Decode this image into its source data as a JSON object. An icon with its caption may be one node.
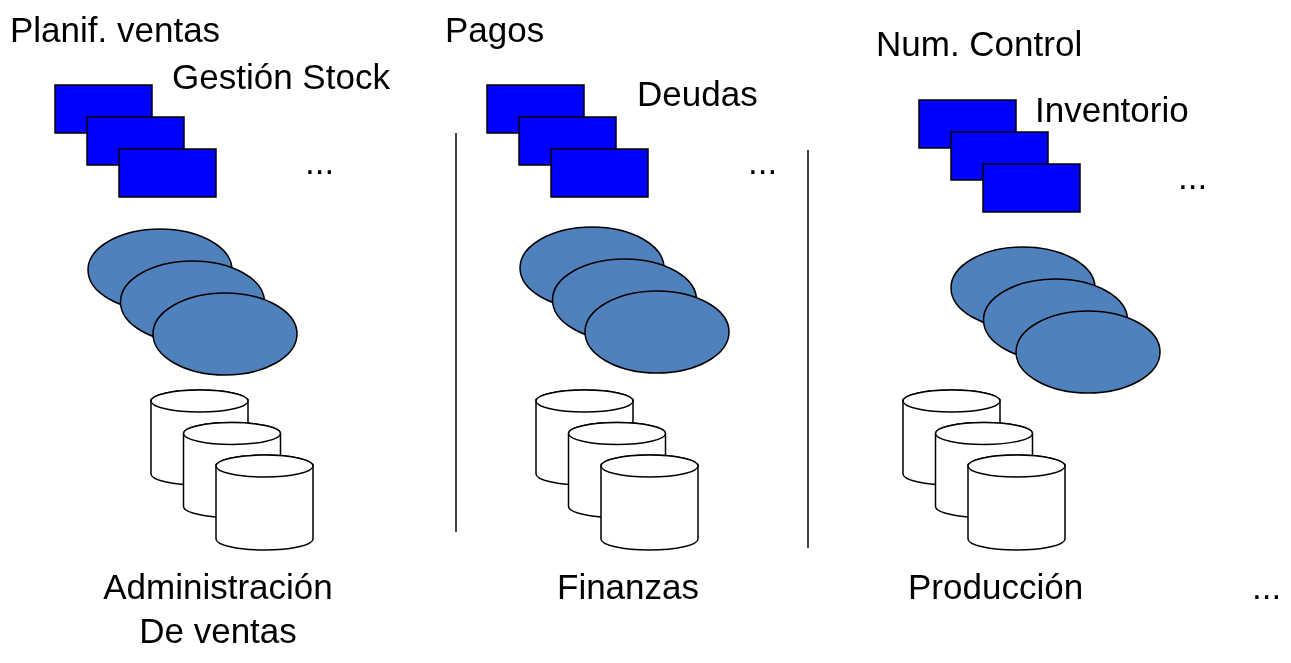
{
  "diagram": {
    "labels": [
      "Planif. ventas",
      "Gestión Stock",
      "...",
      "Administración De ventas",
      "Pagos",
      "Deudas",
      "...",
      "Finanzas",
      "Num. Control",
      "Inventorio",
      "...",
      "Producción",
      "..."
    ]
  }
}
